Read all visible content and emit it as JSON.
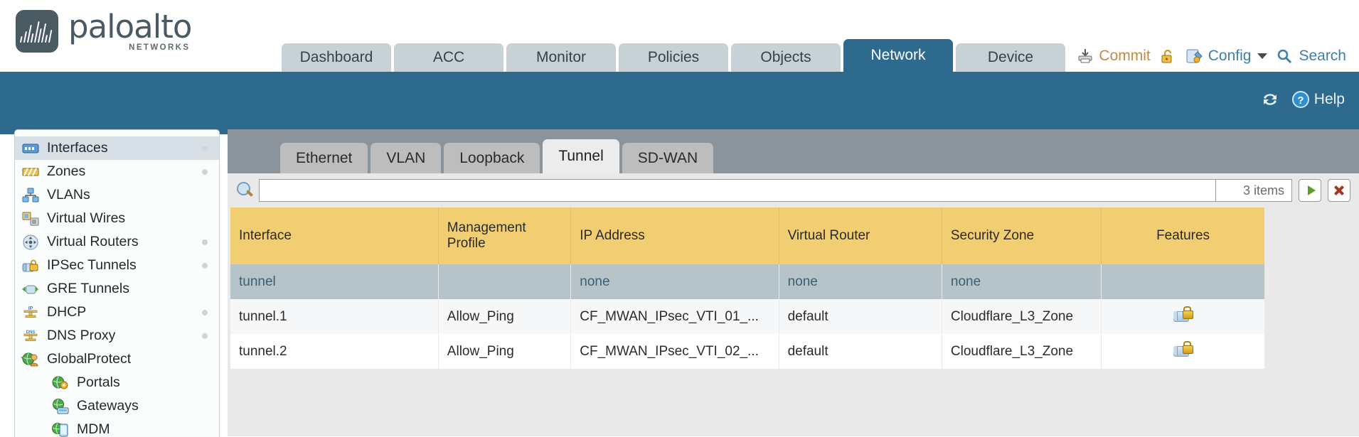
{
  "brand": {
    "name": "paloalto",
    "tagline": "NETWORKS",
    "registered": "®"
  },
  "header": {
    "tabs": [
      {
        "label": "Dashboard",
        "active": false
      },
      {
        "label": "ACC",
        "active": false
      },
      {
        "label": "Monitor",
        "active": false
      },
      {
        "label": "Policies",
        "active": false
      },
      {
        "label": "Objects",
        "active": false
      },
      {
        "label": "Network",
        "active": true
      },
      {
        "label": "Device",
        "active": false
      }
    ],
    "actions": [
      {
        "label": "Commit",
        "icon": "commit-icon"
      },
      {
        "label": "",
        "icon": "unlock-padlock-icon"
      },
      {
        "label": "Config",
        "icon": "config-wrench-icon",
        "caret": true
      },
      {
        "label": "Search",
        "icon": "search-magnifier-icon"
      }
    ],
    "band": {
      "refresh_icon": "refresh-icon",
      "help_label": "Help",
      "help_icon": "help-question-icon"
    }
  },
  "sidebar": {
    "items": [
      {
        "label": "Interfaces",
        "icon": "interfaces-icon",
        "selected": true,
        "dot": true,
        "child": false,
        "twisty": false
      },
      {
        "label": "Zones",
        "icon": "zones-icon",
        "selected": false,
        "dot": true,
        "child": false,
        "twisty": false
      },
      {
        "label": "VLANs",
        "icon": "vlans-icon",
        "selected": false,
        "dot": false,
        "child": false,
        "twisty": false
      },
      {
        "label": "Virtual Wires",
        "icon": "virtual-wires-icon",
        "selected": false,
        "dot": false,
        "child": false,
        "twisty": false
      },
      {
        "label": "Virtual Routers",
        "icon": "virtual-routers-icon",
        "selected": false,
        "dot": true,
        "child": false,
        "twisty": false
      },
      {
        "label": "IPSec Tunnels",
        "icon": "ipsec-tunnels-icon",
        "selected": false,
        "dot": true,
        "child": false,
        "twisty": false
      },
      {
        "label": "GRE Tunnels",
        "icon": "gre-tunnels-icon",
        "selected": false,
        "dot": false,
        "child": false,
        "twisty": false
      },
      {
        "label": "DHCP",
        "icon": "dhcp-icon",
        "selected": false,
        "dot": true,
        "child": false,
        "twisty": false
      },
      {
        "label": "DNS Proxy",
        "icon": "dns-proxy-icon",
        "selected": false,
        "dot": true,
        "child": false,
        "twisty": false
      },
      {
        "label": "GlobalProtect",
        "icon": "globalprotect-icon",
        "selected": false,
        "dot": false,
        "child": false,
        "twisty": true
      },
      {
        "label": "Portals",
        "icon": "portals-icon",
        "selected": false,
        "dot": false,
        "child": true,
        "twisty": false
      },
      {
        "label": "Gateways",
        "icon": "gateways-icon",
        "selected": false,
        "dot": false,
        "child": true,
        "twisty": false
      },
      {
        "label": "MDM",
        "icon": "mdm-icon",
        "selected": false,
        "dot": false,
        "child": true,
        "twisty": false
      }
    ]
  },
  "content": {
    "subtabs": [
      {
        "label": "Ethernet",
        "active": false
      },
      {
        "label": "VLAN",
        "active": false
      },
      {
        "label": "Loopback",
        "active": false
      },
      {
        "label": "Tunnel",
        "active": true
      },
      {
        "label": "SD-WAN",
        "active": false
      }
    ],
    "search": {
      "value": "",
      "placeholder": "",
      "icon": "search-magnifier-icon"
    },
    "item_count": "3 items",
    "apply_filter_icon": "green-arrow-icon",
    "clear_filter_icon": "red-x-icon",
    "table": {
      "columns": [
        "Interface",
        "Management Profile",
        "IP Address",
        "Virtual Router",
        "Security Zone",
        "Features"
      ],
      "rows": [
        {
          "style": "group",
          "interface": "tunnel",
          "management_profile": "",
          "ip_address": "none",
          "virtual_router": "none",
          "security_zone": "none",
          "features": ""
        },
        {
          "style": "alt",
          "interface": "tunnel.1",
          "management_profile": "Allow_Ping",
          "ip_address": "CF_MWAN_IPsec_VTI_01_...",
          "virtual_router": "default",
          "security_zone": "Cloudflare_L3_Zone",
          "features": "tunnel-lock-icon"
        },
        {
          "style": "plain",
          "interface": "tunnel.2",
          "management_profile": "Allow_Ping",
          "ip_address": "CF_MWAN_IPsec_VTI_02_...",
          "virtual_router": "default",
          "security_zone": "Cloudflare_L3_Zone",
          "features": "tunnel-lock-icon"
        }
      ]
    }
  },
  "colors": {
    "brand_blue": "#2e6a8e",
    "tab_inactive": "#c6d2d6",
    "table_header": "#f2ce73",
    "group_row": "#b6c4c9",
    "link": "#3f86b5",
    "accent_orange": "#c08a4a"
  }
}
